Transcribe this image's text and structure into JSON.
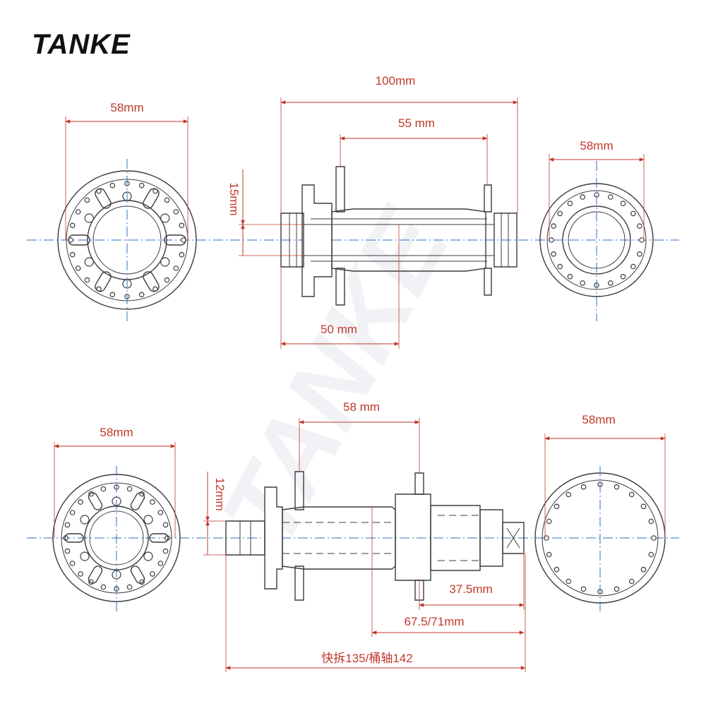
{
  "brand": {
    "logo_text": "TANKE",
    "watermark_text": "TANKE"
  },
  "front_hub": {
    "left_flange_diameter": "58mm",
    "right_flange_diameter": "58mm",
    "overall_width": "100mm",
    "flange_spacing": "55 mm",
    "axle_diameter": "15mm",
    "center_to_left": "50 mm"
  },
  "rear_hub": {
    "left_flange_diameter": "58mm",
    "right_flange_diameter": "58mm",
    "flange_spacing": "58 mm",
    "axle_diameter": "12mm",
    "right_flange_to_end": "37.5mm",
    "center_to_right": "67.5/71mm",
    "overall_width": "快拆135/桶轴142"
  },
  "colors": {
    "dimension": "#c0392b",
    "centerline": "#2f6fc9",
    "part": "#3c3c3c"
  }
}
